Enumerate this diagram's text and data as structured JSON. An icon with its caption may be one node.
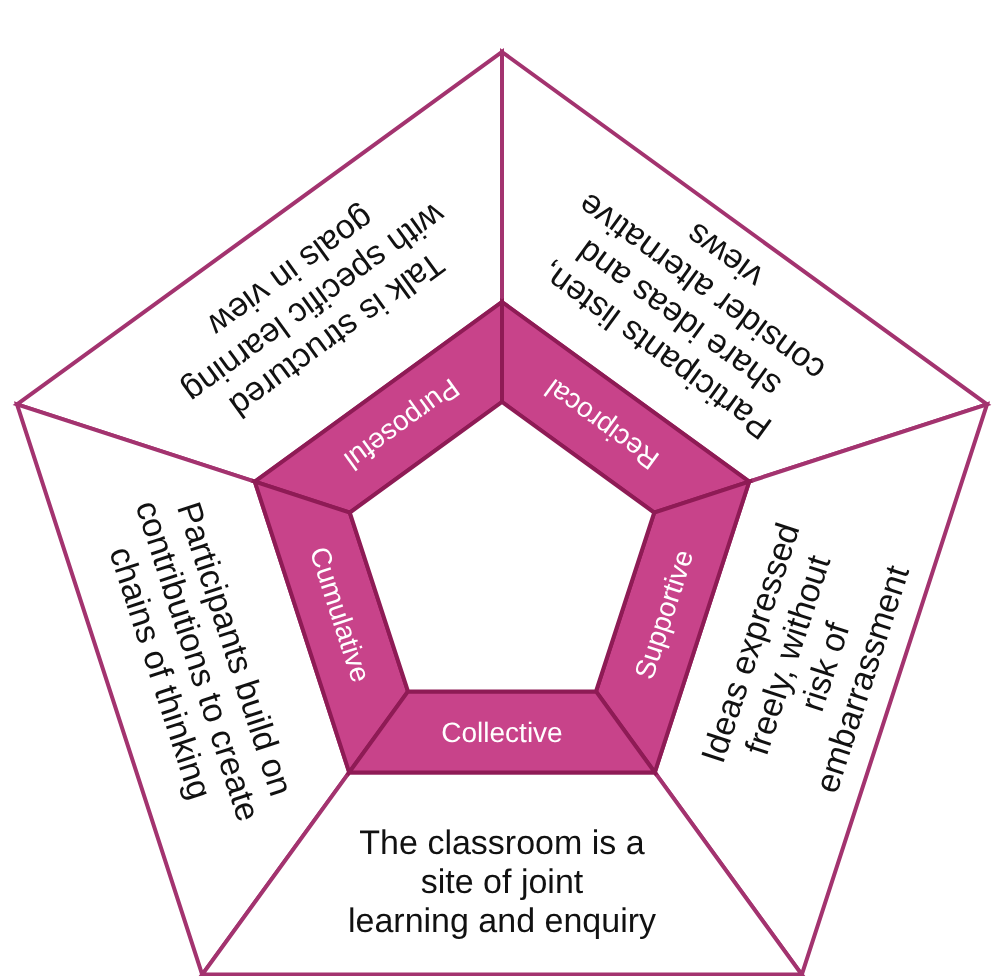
{
  "diagram": {
    "nodes": [
      {
        "text": [
          "Talk is structured with specific learning goals in view"
        ]
      },
      {
        "text": [
          "Participants listen, share ideas and consider alternative views"
        ]
      },
      {
        "text": [
          "Participants build on contributions to create chains of thinking"
        ]
      },
      {
        "text": [
          "Ideas expressed freely, without risk of embarrassment"
        ]
      },
      {
        "text": [
          "The classroom is a site of joint learning and enquiry"
        ]
      },
      {
        "text": [
          "Purposeful"
        ]
      },
      {
        "text": [
          "Reciprocal"
        ]
      },
      {
        "text": [
          "Cumulative"
        ]
      },
      {
        "text": [
          "Supportive"
        ]
      },
      {
        "text": [
          "Collective"
        ]
      },
      {
        "text": [],
        "shape": "pentagon"
      }
    ]
  }
}
